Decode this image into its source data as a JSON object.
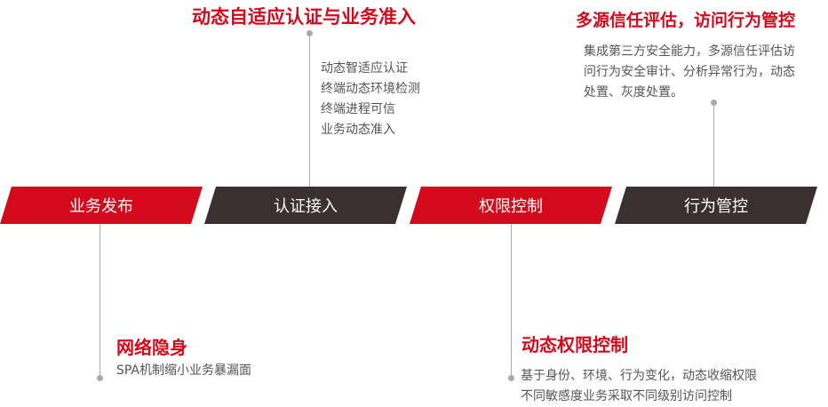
{
  "steps": [
    "业务发布",
    "认证接入",
    "权限控制",
    "行为管控"
  ],
  "callouts": {
    "auth": {
      "title": "动态自适应认证与业务准入",
      "lines": [
        "动态智适应认证",
        "终端动态环境检测",
        "终端进程可信",
        "业务动态准入"
      ]
    },
    "trust": {
      "title": "多源信任评估，访问行为管控",
      "lines": [
        "集成第三方安全能力，多源信任评估访",
        "问行为安全审计、分析异常行为，动态",
        "处置、灰度处置。"
      ]
    },
    "hide": {
      "title": "网络隐身",
      "lines": [
        "SPA机制缩小业务暴漏面"
      ]
    },
    "perm": {
      "title": "动态权限控制",
      "lines": [
        "基于身份、环境、行为变化，动态收缩权限",
        "不同敏感度业务采取不同级别访问控制"
      ]
    }
  },
  "colors": {
    "red": "#d20a1b",
    "dark": "#3a3030"
  }
}
